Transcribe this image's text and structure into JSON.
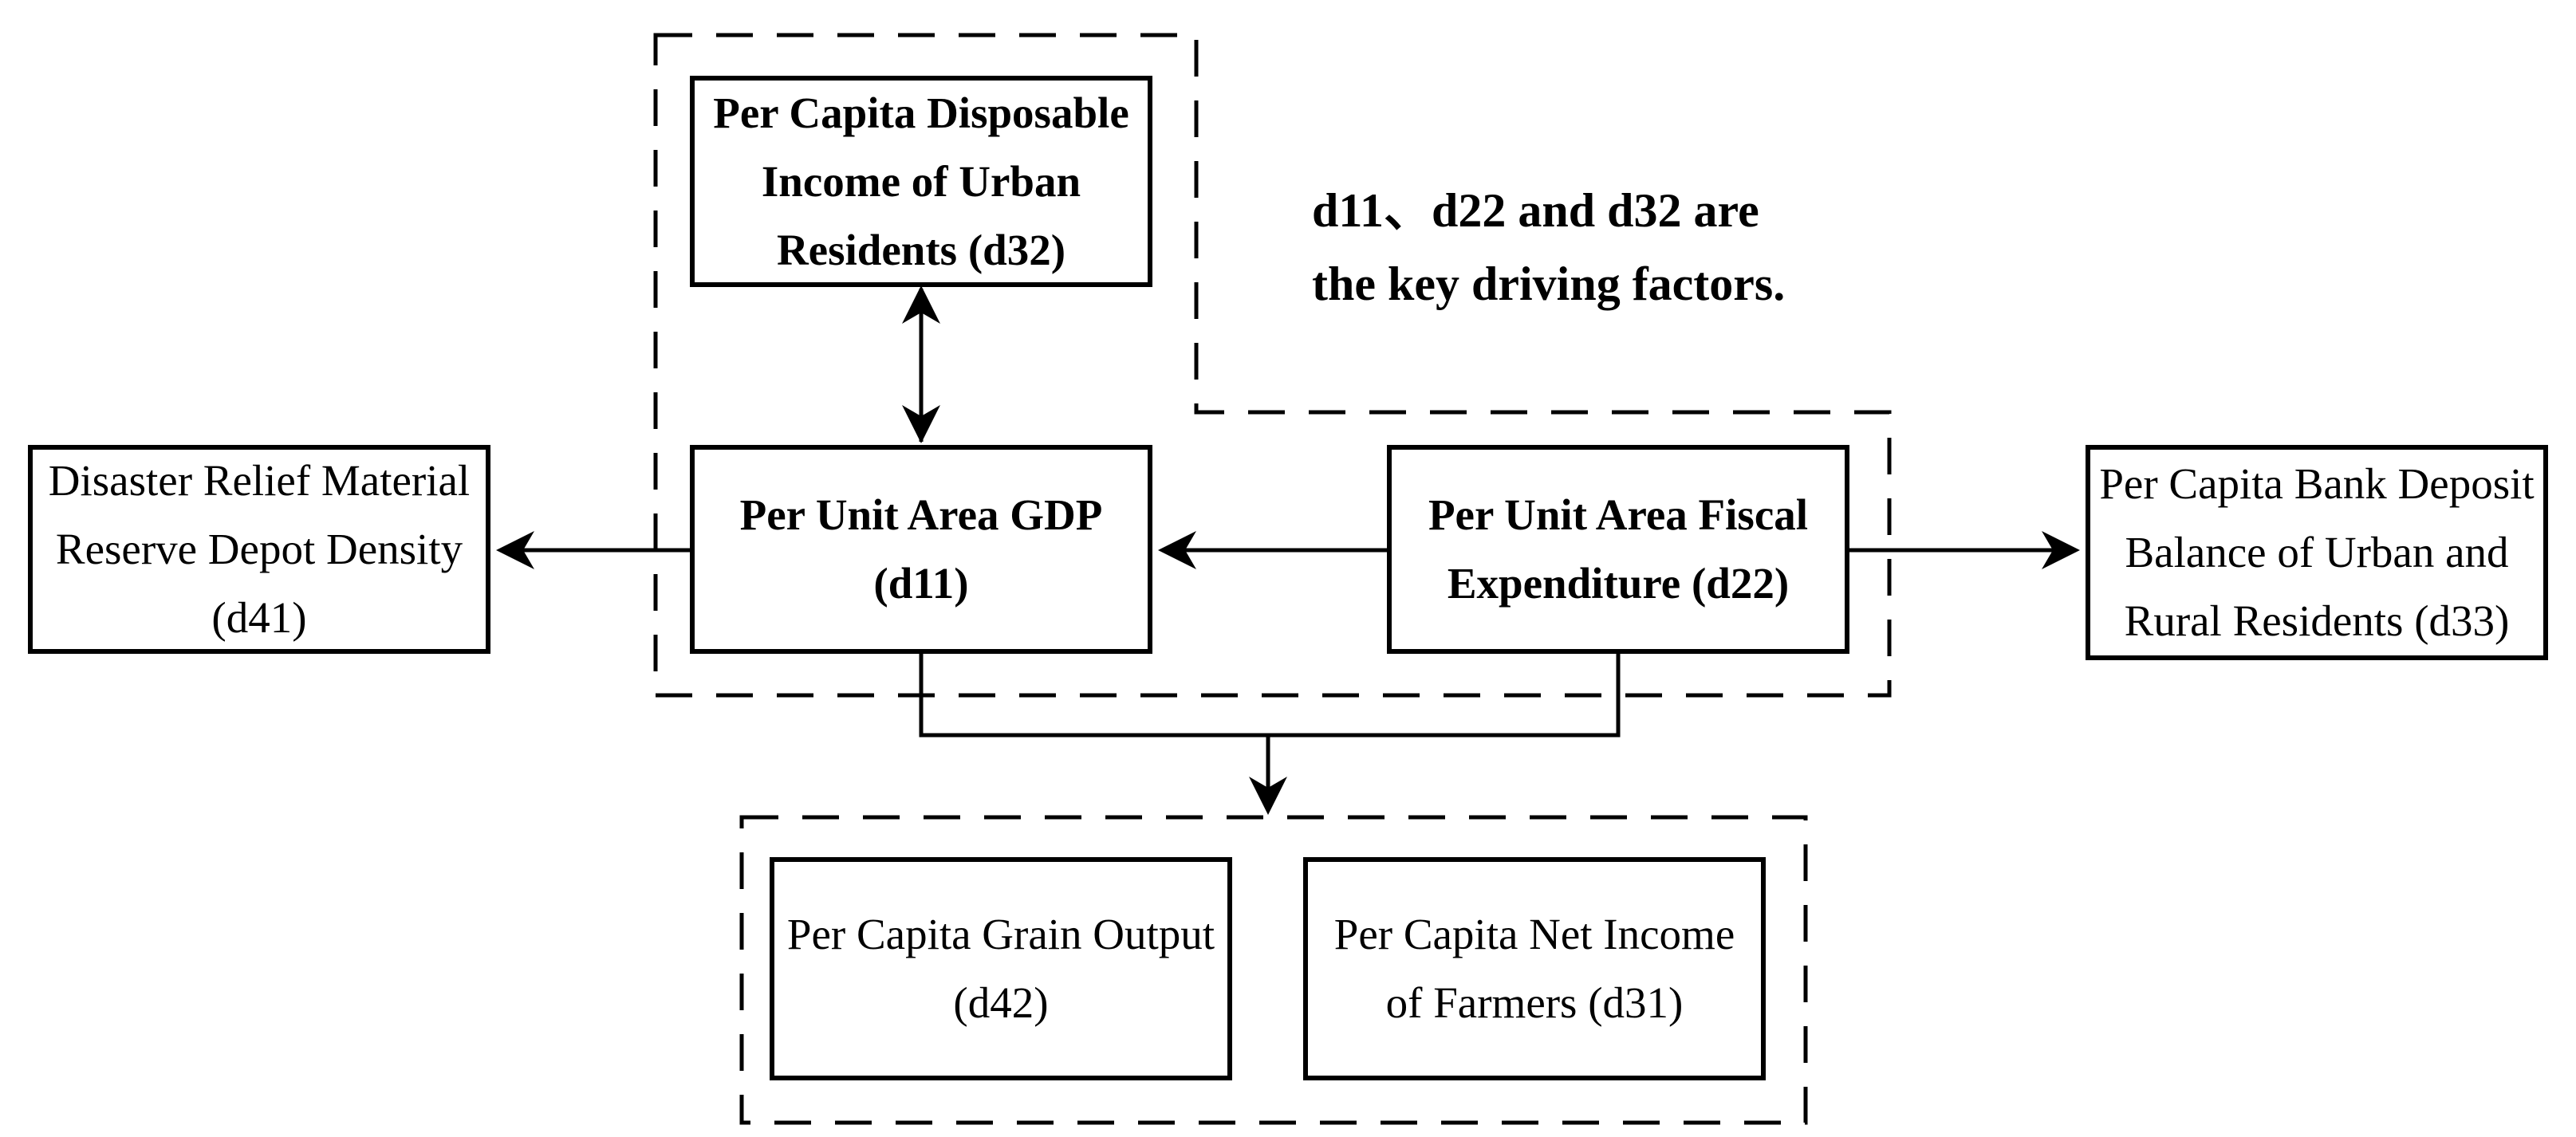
{
  "page": {
    "background_color": "#ffffff",
    "ink_color": "#000000"
  },
  "note": {
    "line1": "d11、d22 and d32 are",
    "line2": "the key driving factors."
  },
  "nodes": {
    "d32": {
      "label": "Per Capita Disposable Income of Urban Residents (d32)",
      "lines": [
        "Per Capita Disposable",
        "Income of Urban",
        "Residents (d32)"
      ],
      "emphasis": "bold"
    },
    "d11": {
      "label": "Per Unit Area GDP (d11)",
      "lines": [
        "Per Unit Area GDP",
        "(d11)"
      ],
      "emphasis": "bold"
    },
    "d22": {
      "label": "Per Unit Area Fiscal Expenditure (d22)",
      "lines": [
        "Per Unit Area Fiscal",
        "Expenditure (d22)"
      ],
      "emphasis": "bold"
    },
    "d41": {
      "label": "Disaster Relief Material Reserve Depot Density (d41)",
      "lines": [
        "Disaster Relief Material",
        "Reserve Depot Density",
        "(d41)"
      ],
      "emphasis": "regular"
    },
    "d33": {
      "label": "Per Capita Bank Deposit Balance of Urban and Rural Residents (d33)",
      "lines": [
        "Per Capita Bank Deposit",
        "Balance of Urban and",
        "Rural Residents (d33)"
      ],
      "emphasis": "regular"
    },
    "d42": {
      "label": "Per Capita Grain Output (d42)",
      "lines": [
        "Per Capita Grain Output",
        "(d42)"
      ],
      "emphasis": "regular"
    },
    "d31": {
      "label": "Per Capita Net Income of Farmers (d31)",
      "lines": [
        "Per Capita Net Income",
        "of Farmers (d31)"
      ],
      "emphasis": "regular"
    }
  },
  "groups": [
    {
      "id": "key-driving-factors-group",
      "members": [
        "d32",
        "d11",
        "d22"
      ],
      "border": "dashed"
    },
    {
      "id": "bottom-group",
      "members": [
        "d42",
        "d31"
      ],
      "border": "dashed"
    }
  ],
  "edges": [
    {
      "from": "d32",
      "to": "d11",
      "style": "double-headed-arrow"
    },
    {
      "from": "d22",
      "to": "d11",
      "style": "arrow"
    },
    {
      "from": "d11",
      "to": "d41",
      "style": "arrow"
    },
    {
      "from": "d22",
      "to": "d33",
      "style": "arrow"
    },
    {
      "from": "d11+d22",
      "to": "bottom-group",
      "style": "arrow"
    }
  ]
}
